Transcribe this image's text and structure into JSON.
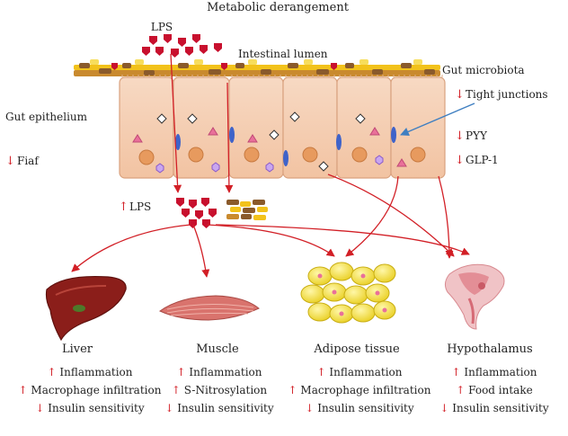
{
  "title": "Metabolic derangement",
  "labels": {
    "lps_top": "LPS",
    "intestinal_lumen": "Intestinal lumen",
    "gut_microbiota": "Gut microbiota",
    "gut_epithelium": "Gut epithelium",
    "fiaf": "Fiaf",
    "lps_blood": "LPS"
  },
  "side_effects": [
    {
      "arrow": "↓",
      "text": "Tight junctions"
    },
    {
      "arrow": "↓",
      "text": "PYY"
    },
    {
      "arrow": "↓",
      "text": "GLP-1"
    }
  ],
  "organs": [
    {
      "name": "Liver",
      "effects": [
        {
          "arrow": "↑",
          "text": "Inflammation"
        },
        {
          "arrow": "↑",
          "text": "Macrophage infiltration"
        },
        {
          "arrow": "↓",
          "text": "Insulin sensitivity"
        }
      ]
    },
    {
      "name": "Muscle",
      "effects": [
        {
          "arrow": "↑",
          "text": "Inflammation"
        },
        {
          "arrow": "↑",
          "text": "S-Nitrosylation"
        },
        {
          "arrow": "↓",
          "text": "Insulin sensitivity"
        }
      ]
    },
    {
      "name": "Adipose tissue",
      "effects": [
        {
          "arrow": "↑",
          "text": "Inflammation"
        },
        {
          "arrow": "↑",
          "text": "Macrophage infiltration"
        },
        {
          "arrow": "↓",
          "text": "Insulin sensitivity"
        }
      ]
    },
    {
      "name": "Hypothalamus",
      "effects": [
        {
          "arrow": "↑",
          "text": "Inflammation"
        },
        {
          "arrow": "↑",
          "text": "Food intake"
        },
        {
          "arrow": "↓",
          "text": "Insulin sensitivity"
        }
      ]
    }
  ],
  "colors": {
    "arrow_red": "#d21f26",
    "cell_fill": "#f6d2b8",
    "cell_stroke": "#d9a27f",
    "nucleus": "#e79a5e",
    "lps_red": "#c8102e",
    "bacteria_yellow": "#f2c21b",
    "bacteria_brown": "#8a5a2b",
    "fat_yellow": "#f5e34a"
  }
}
